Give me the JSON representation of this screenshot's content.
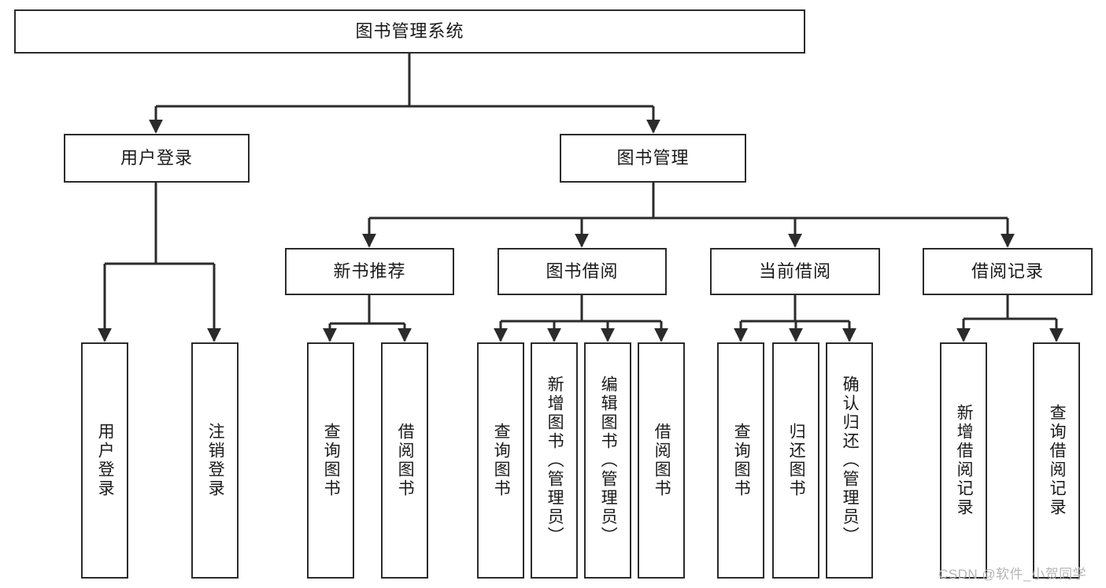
{
  "diagram": {
    "title_node": {
      "label": "图书管理系统"
    },
    "level1": [
      {
        "label": "用户登录"
      },
      {
        "label": "图书管理"
      }
    ],
    "level2": [
      {
        "label": "新书推荐"
      },
      {
        "label": "图书借阅"
      },
      {
        "label": "当前借阅"
      },
      {
        "label": "借阅记录"
      }
    ],
    "leaves": {
      "user_login": [
        {
          "label": "用户登录"
        },
        {
          "label": "注销登录"
        }
      ],
      "new_book_recommend": [
        {
          "label": "查询图书"
        },
        {
          "label": "借阅图书"
        }
      ],
      "book_borrow": [
        {
          "label": "查询图书"
        },
        {
          "label": "新增图书（管理员）"
        },
        {
          "label": "编辑图书（管理员）"
        },
        {
          "label": "借阅图书"
        }
      ],
      "current_borrow": [
        {
          "label": "查询图书"
        },
        {
          "label": "归还图书"
        },
        {
          "label": "确认归还（管理员）"
        }
      ],
      "borrow_record": [
        {
          "label": "新增借阅记录"
        },
        {
          "label": "查询借阅记录"
        }
      ]
    },
    "watermark": "CSDN @软件_小贺同学",
    "colors": {
      "stroke": "#2b2b2b",
      "fill": "#ffffff",
      "text": "#1a1a1a",
      "watermark": "#b6b6b6"
    }
  }
}
